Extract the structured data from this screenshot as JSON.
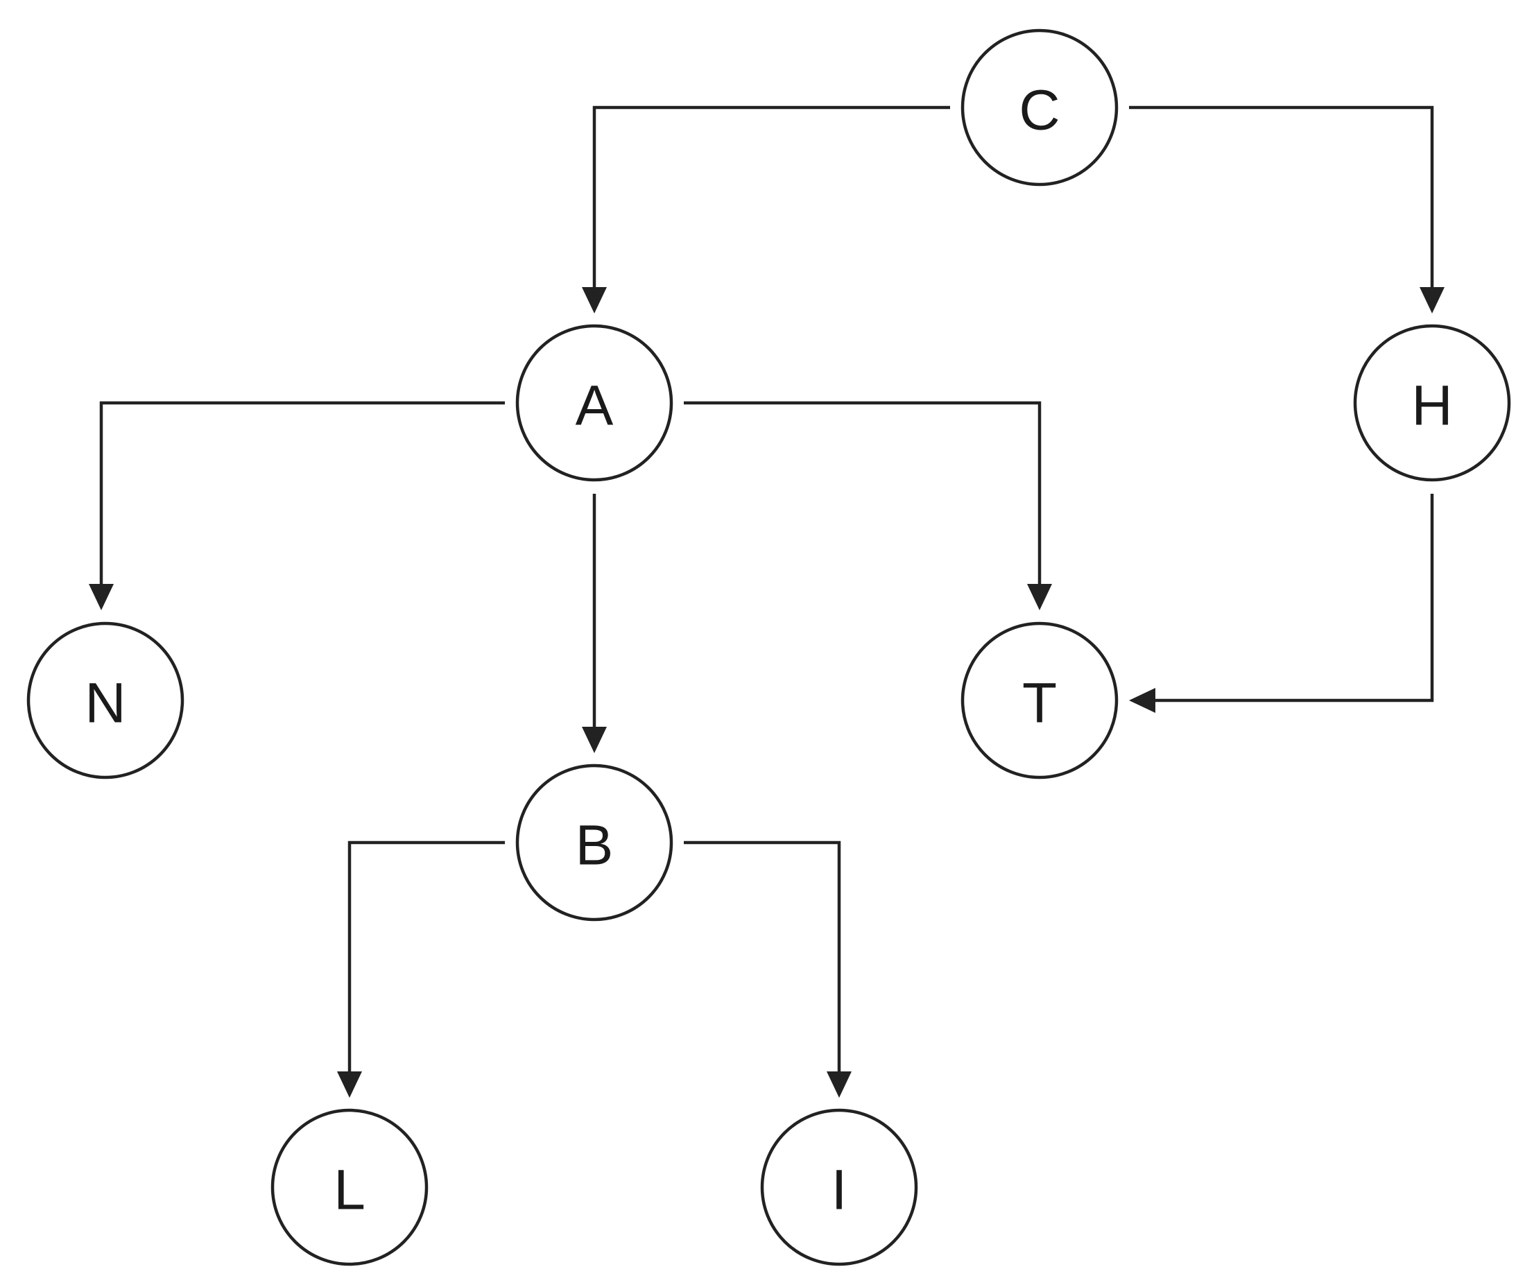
{
  "colors": {
    "line": "#222222",
    "node_fill": "#ffffff",
    "text": "#1a1a1a",
    "background": "#ffffff"
  },
  "nodes": [
    {
      "id": "C",
      "label": "C"
    },
    {
      "id": "A",
      "label": "A"
    },
    {
      "id": "H",
      "label": "H"
    },
    {
      "id": "N",
      "label": "N"
    },
    {
      "id": "T",
      "label": "T"
    },
    {
      "id": "B",
      "label": "B"
    },
    {
      "id": "L",
      "label": "L"
    },
    {
      "id": "I",
      "label": "I"
    }
  ],
  "edges": [
    {
      "from": "C",
      "to": "A"
    },
    {
      "from": "C",
      "to": "H"
    },
    {
      "from": "A",
      "to": "N"
    },
    {
      "from": "A",
      "to": "B"
    },
    {
      "from": "A",
      "to": "T"
    },
    {
      "from": "H",
      "to": "T"
    },
    {
      "from": "B",
      "to": "L"
    },
    {
      "from": "B",
      "to": "I"
    }
  ]
}
